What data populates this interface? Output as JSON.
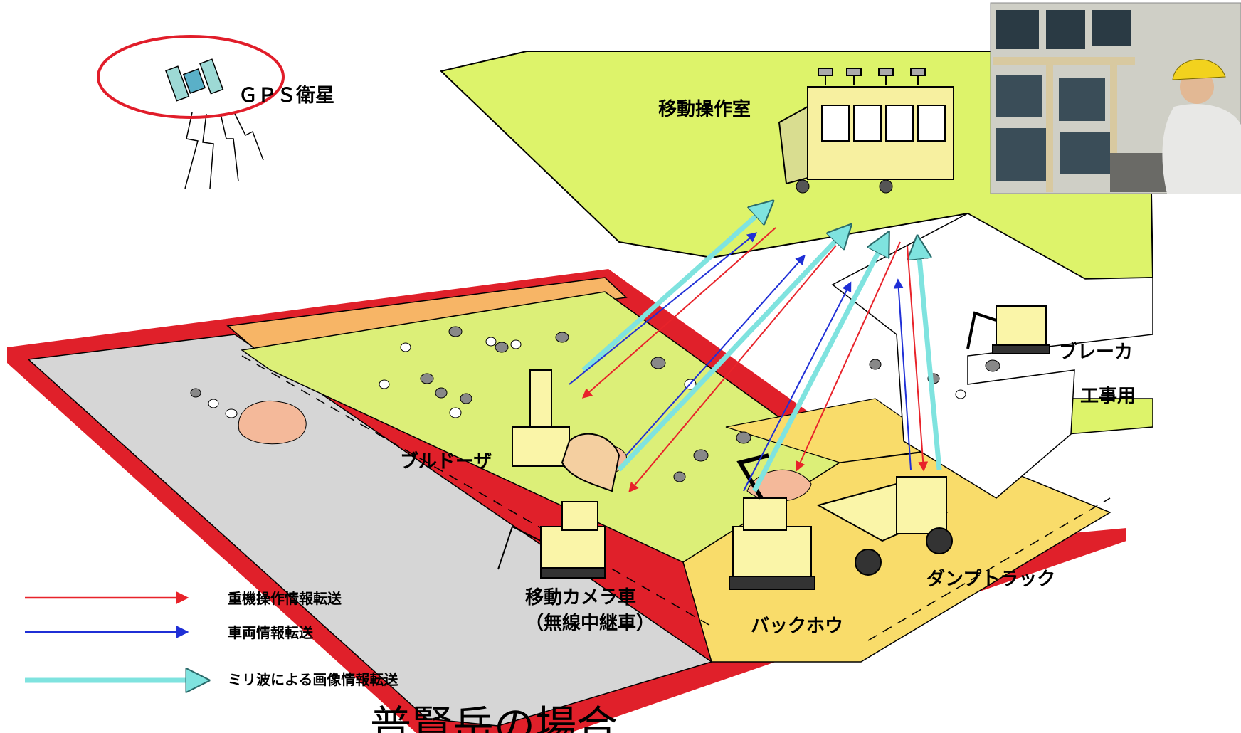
{
  "labels": {
    "gps": "ＧＰＳ衛星",
    "control_room": "移動操作室",
    "breaker": "ブレーカ",
    "construction_road": "工事用",
    "bulldozer": "ブルドーザ",
    "camera_car_line1": "移動カメラ車",
    "camera_car_line2": "（無線中継車）",
    "backhoe": "バックホウ",
    "dump_truck": "ダンプトラック"
  },
  "legend": [
    {
      "text": "重機操作情報転送",
      "color": "#e8232a"
    },
    {
      "text": "車両情報転送",
      "color": "#1f2fd6"
    },
    {
      "text": "ミリ波による画像情報転送",
      "color": "#7fe3df"
    }
  ],
  "caption": "普賢岳の場合",
  "colors": {
    "upper_ground": "#ddf36a",
    "field_green": "#dcef78",
    "road_gray": "#d6d6d6",
    "pit_border": "#e0202a",
    "orange": "#f7b566",
    "yellow_zone": "#f9dc6a",
    "machine": "#faf5a8",
    "soil": "#f4b99a",
    "highlight_circle": "#e11d2a"
  }
}
